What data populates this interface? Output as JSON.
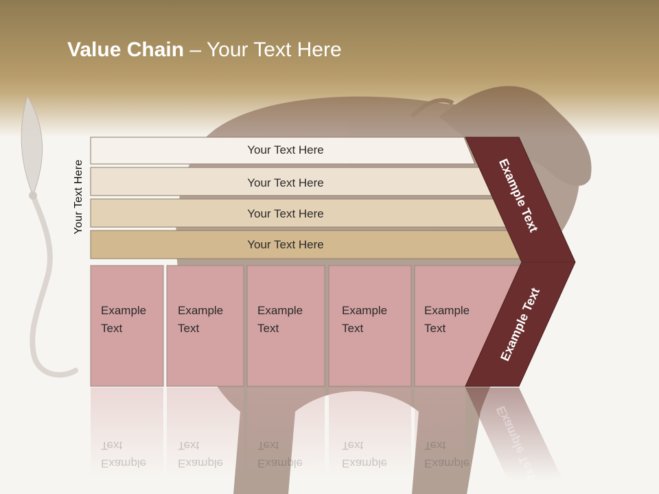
{
  "slide": {
    "title_bold": "Value Chain",
    "title_rest": " – Your Text Here",
    "side_label": "Your Text Here"
  },
  "bands": [
    {
      "label": "Your Text Here",
      "color": "#f6f1ea"
    },
    {
      "label": "Your Text Here",
      "color": "#ede2d2"
    },
    {
      "label": "Your Text Here",
      "color": "#e3d2b6"
    },
    {
      "label": "Your Text Here",
      "color": "#d3b98f"
    }
  ],
  "cells": [
    {
      "line1": "Example",
      "line2": "Text"
    },
    {
      "line1": "Example",
      "line2": "Text"
    },
    {
      "line1": "Example",
      "line2": "Text"
    },
    {
      "line1": "Example",
      "line2": "Text"
    },
    {
      "line1": "Example",
      "line2": "Text"
    }
  ],
  "chevron": {
    "top_label": "Example Text",
    "bottom_label": "Example Text",
    "color": "#6a2e2e"
  },
  "colors": {
    "cell_fill": "#d3a2a3",
    "header_brown": "#b79c6a"
  }
}
